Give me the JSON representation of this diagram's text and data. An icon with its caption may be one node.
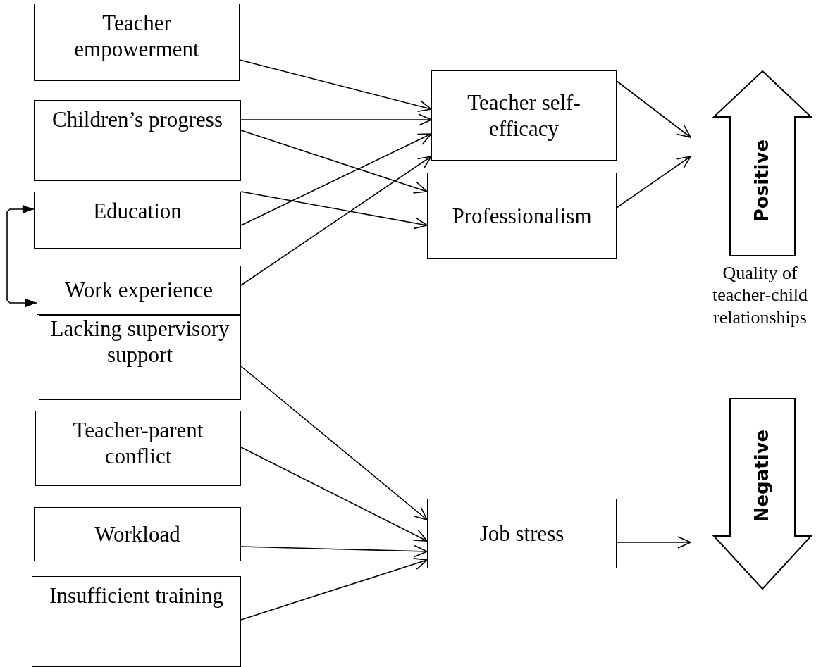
{
  "diagram": {
    "nodes": [
      {
        "text": [
          "Teacher empowerment"
        ]
      },
      {
        "text": [
          "Children’s progress"
        ]
      },
      {
        "text": [
          "Education"
        ]
      },
      {
        "text": [
          "Work experience"
        ]
      },
      {
        "text": [
          "Lacking supervisory support"
        ]
      },
      {
        "text": [
          "Teacher-parent conflict"
        ]
      },
      {
        "text": [
          "Workload"
        ]
      },
      {
        "text": [
          "Insufficient training"
        ]
      },
      {
        "text": [
          "Teacher self-efficacy"
        ]
      },
      {
        "text": [
          "Professionalism"
        ]
      },
      {
        "text": [
          "Job stress"
        ]
      },
      {
        "text": [
          "Quality of teacher-child relationships"
        ]
      },
      {
        "text": [
          "Positive"
        ],
        "in": 11
      },
      {
        "text": [
          "Negative"
        ],
        "in": 11
      }
    ],
    "edges": [
      {
        "from": 0,
        "to": 8,
        "arrow": "to"
      },
      {
        "from": 1,
        "to": 8,
        "arrow": "to"
      },
      {
        "from": 1,
        "to": 9,
        "arrow": "to"
      },
      {
        "from": 2,
        "to": 9,
        "arrow": "to"
      },
      {
        "from": 2,
        "to": 8,
        "arrow": "to"
      },
      {
        "from": 3,
        "to": 8,
        "arrow": "to"
      },
      {
        "from": 2,
        "to": 3,
        "arrow": "both"
      },
      {
        "from": 4,
        "to": 10,
        "arrow": "to"
      },
      {
        "from": 5,
        "to": 10,
        "arrow": "to"
      },
      {
        "from": 6,
        "to": 10,
        "arrow": "to"
      },
      {
        "from": 7,
        "to": 10,
        "arrow": "to"
      },
      {
        "from": 8,
        "to": 11,
        "arrow": "to"
      },
      {
        "from": 9,
        "to": 11,
        "arrow": "to"
      },
      {
        "from": 10,
        "to": 11,
        "arrow": "to"
      }
    ]
  }
}
